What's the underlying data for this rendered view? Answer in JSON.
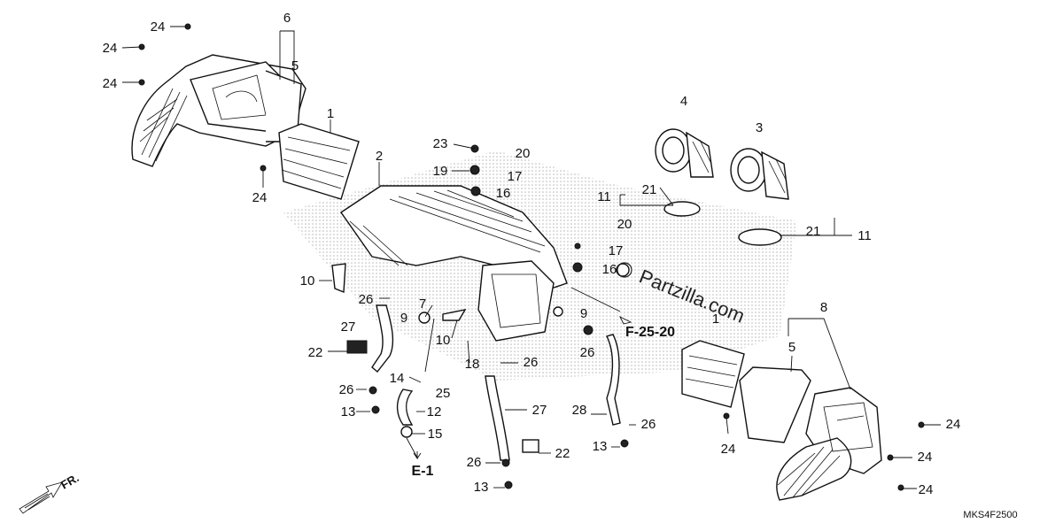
{
  "diagram": {
    "watermark": "Partzilla.com",
    "drawing_code": "MKS4F2500",
    "front_label": "FR.",
    "references": [
      "F-25-20",
      "E-1"
    ],
    "callouts": [
      "24",
      "24",
      "24",
      "6",
      "5",
      "1",
      "2",
      "24",
      "23",
      "20",
      "19",
      "17",
      "16",
      "4",
      "3",
      "11",
      "21",
      "21",
      "11",
      "20",
      "17",
      "16",
      "10",
      "26",
      "7",
      "27",
      "9",
      "9",
      "22",
      "10",
      "18",
      "26",
      "26",
      "25",
      "14",
      "13",
      "12",
      "15",
      "26",
      "27",
      "28",
      "26",
      "13",
      "22",
      "26",
      "13",
      "8",
      "5",
      "1",
      "24",
      "24",
      "24",
      "24"
    ]
  }
}
